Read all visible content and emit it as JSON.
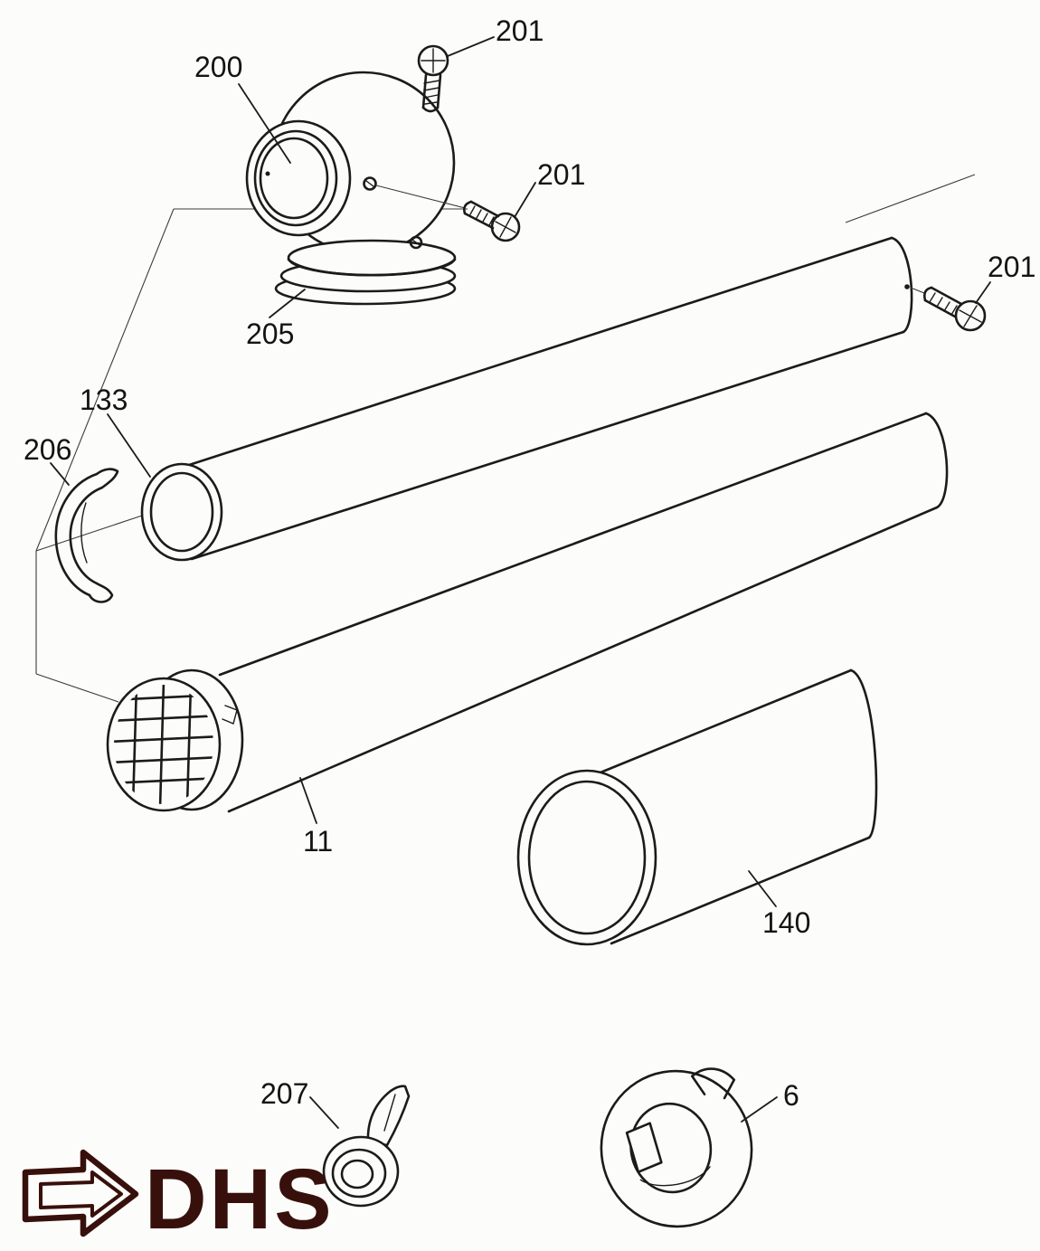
{
  "diagram": {
    "labels": {
      "l200": "200",
      "l201_top": "201",
      "l201_mid": "201",
      "l201_right": "201",
      "l205": "205",
      "l133": "133",
      "l206": "206",
      "l11": "11",
      "l140": "140",
      "l207": "207",
      "l6": "6"
    },
    "part_numbers": [
      "200",
      "201",
      "205",
      "133",
      "206",
      "11",
      "140",
      "207",
      "6"
    ]
  },
  "logo": {
    "text": "DHS"
  },
  "colors": {
    "ink": "#1b1b1b",
    "logo": "#38100b",
    "paper": "#fcfcfa"
  }
}
